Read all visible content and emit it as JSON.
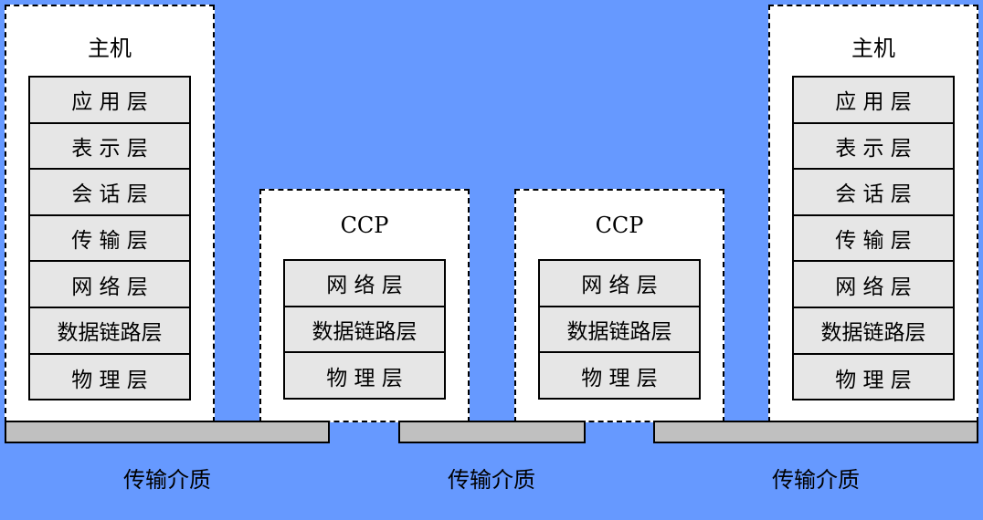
{
  "host_title": "主机",
  "ccp_title": "CCP",
  "host_layers": [
    "应 用 层",
    "表 示 层",
    "会 话 层",
    "传 输 层",
    "网 络 层",
    "数据链路层",
    "物 理 层"
  ],
  "ccp_layers": [
    "网 络 层",
    "数据链路层",
    "物 理 层"
  ],
  "medium_label": "传输介质"
}
